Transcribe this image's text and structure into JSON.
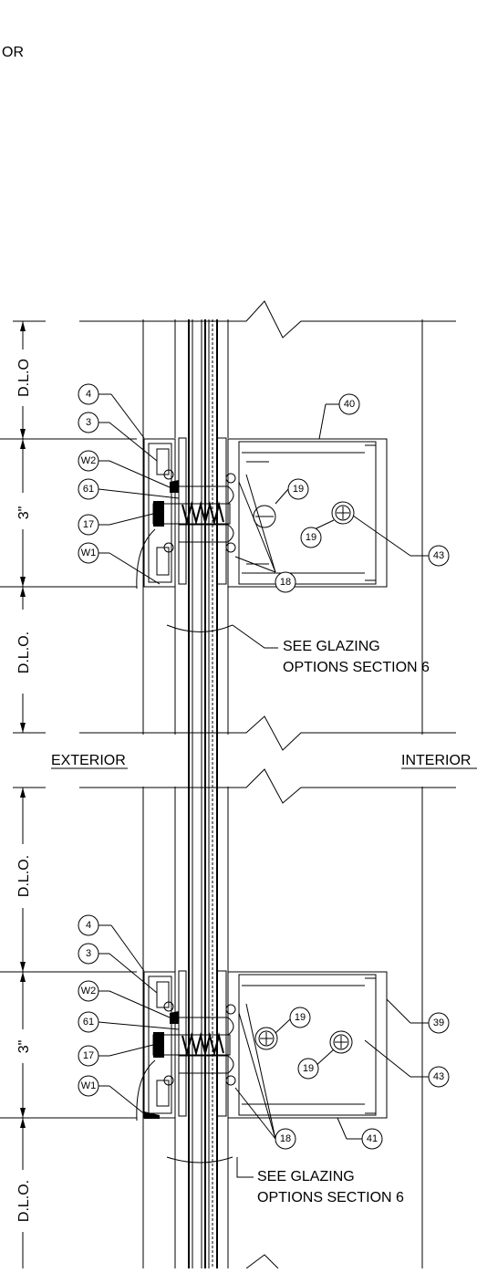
{
  "top_left_text": "OR",
  "labels": {
    "exterior": "EXTERIOR",
    "interior": "INTERIOR"
  },
  "dimensions": {
    "dlo_top_1": "D.L.O",
    "three_in_1": "3\"",
    "dlo_bot_1": "D.L.O.",
    "dlo_top_2": "D.L.O.",
    "three_in_2": "3\"",
    "dlo_bot_2": "D.L.O."
  },
  "notes": {
    "glazing_1_line1": "SEE GLAZING",
    "glazing_1_line2": "OPTIONS SECTION 6",
    "glazing_2_line1": "SEE GLAZING",
    "glazing_2_line2": "OPTIONS SECTION 6"
  },
  "callouts_section_1": {
    "c4": "4",
    "c3": "3",
    "cW2": "W2",
    "c61": "61",
    "c17": "17",
    "cW1": "W1",
    "c40": "40",
    "c19a": "19",
    "c19b": "19",
    "c43": "43",
    "c18": "18"
  },
  "callouts_section_2": {
    "c4": "4",
    "c3": "3",
    "cW2": "W2",
    "c61": "61",
    "c17": "17",
    "cW1": "W1",
    "c19a": "19",
    "c19b": "19",
    "c39": "39",
    "c43": "43",
    "c41": "41",
    "c18": "18"
  }
}
